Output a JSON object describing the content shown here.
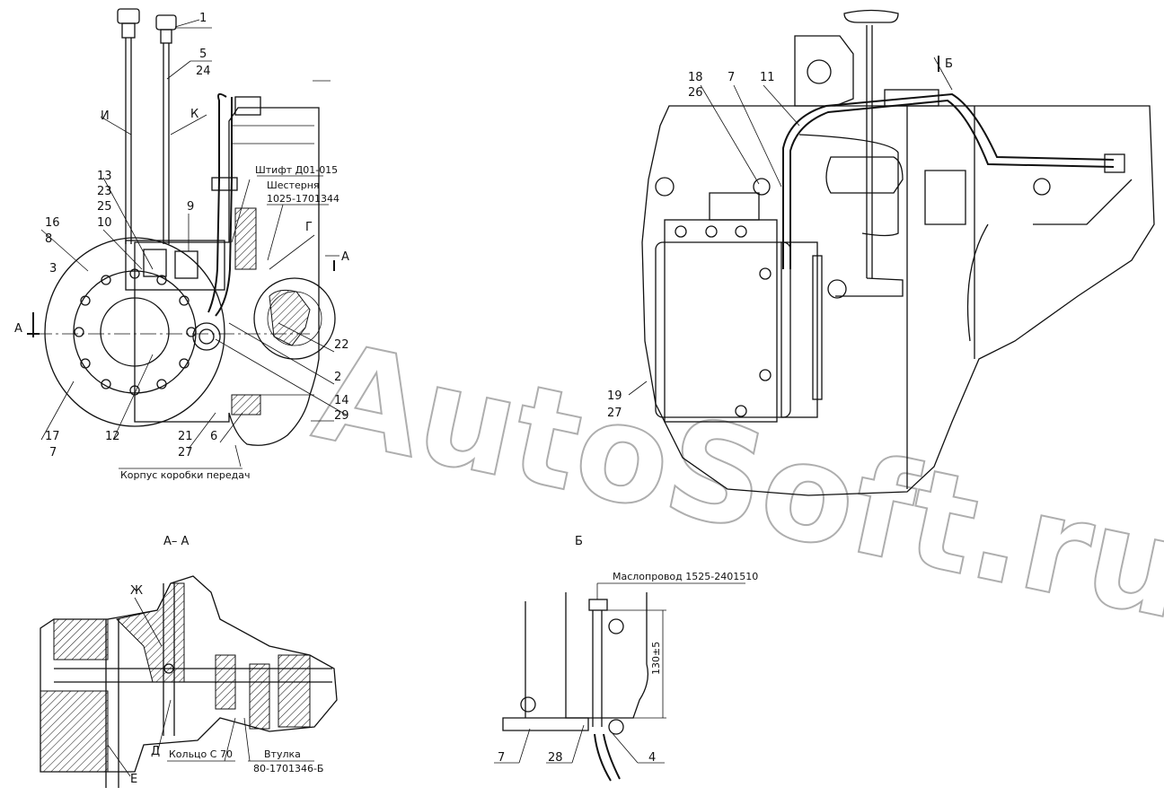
{
  "watermark": "AutoSoft.ru",
  "views": {
    "main_left": {
      "callouts": [
        "1",
        "5",
        "24",
        "И",
        "К",
        "13",
        "23",
        "25",
        "10",
        "16",
        "8",
        "3",
        "9",
        "Г",
        "22",
        "2",
        "14",
        "29",
        "17",
        "7",
        "12",
        "21",
        "27",
        "6"
      ],
      "notes": {
        "pin": "Штифт Д01-015",
        "gear_title": "Шестерня",
        "gear_number": "1025-1701344",
        "housing": "Корпус коробки передач",
        "section_mark_left": "А",
        "section_mark_right": "А"
      }
    },
    "main_right": {
      "callouts": [
        "18",
        "26",
        "7",
        "11",
        "19",
        "27"
      ],
      "view_mark": "Б"
    },
    "section_aa": {
      "title": "А– А",
      "callouts": [
        "Ж",
        "Д",
        "Е"
      ],
      "notes": {
        "ring": "Кольцо С 70",
        "bushing_title": "Втулка",
        "bushing_number": "80-1701346-Б"
      }
    },
    "view_b": {
      "title": "Б",
      "oil_line": "Маслопровод 1525-2401510",
      "dimension": "130±5",
      "callouts": [
        "7",
        "28",
        "4"
      ]
    }
  }
}
